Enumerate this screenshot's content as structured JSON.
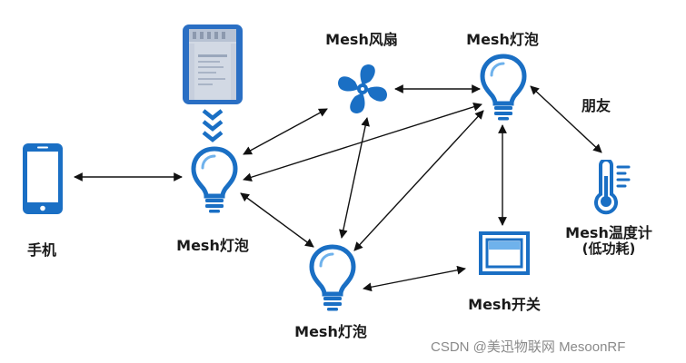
{
  "colors": {
    "accent": "#1a6fc4",
    "accent_light": "#6fb2ec",
    "line": "#111111",
    "text": "#1a1a1a",
    "watermark": "#8a8a8a"
  },
  "labels": {
    "phone": "手机",
    "bulb_main": "Mesh灯泡",
    "bulb_top": "Mesh灯泡",
    "bulb_bottom": "Mesh灯泡",
    "fan": "Mesh风扇",
    "switch": "Mesh开关",
    "thermometer_line1": "Mesh温度计",
    "thermometer_line2": "(低功耗)",
    "friend": "朋友"
  },
  "icons": {
    "phone": "smartphone-icon",
    "bulb": "light-bulb-icon",
    "fan": "fan-icon",
    "switch": "wall-switch-icon",
    "thermometer": "thermometer-icon",
    "module": "mesh-module-chip-icon",
    "chevrons": "chevron-down-icon"
  },
  "watermark": "CSDN @美迅物联网 MesoonRF"
}
